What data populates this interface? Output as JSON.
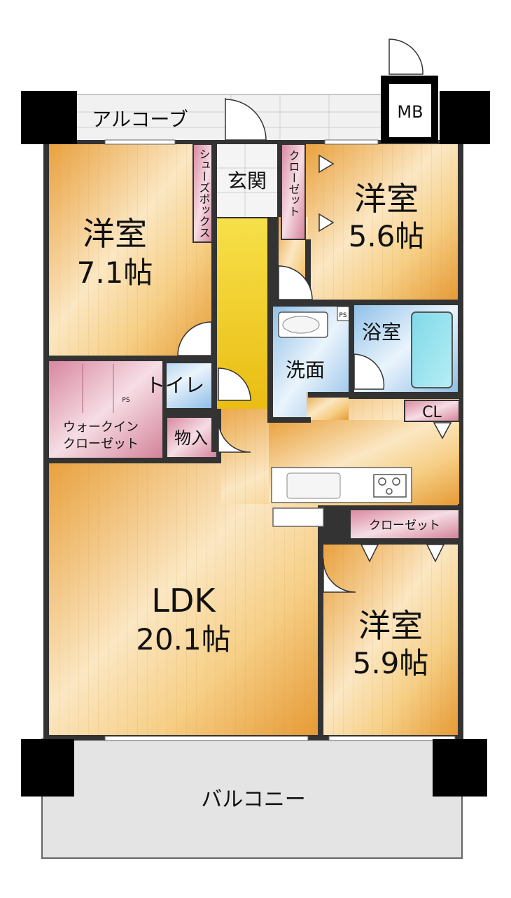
{
  "rooms": {
    "alcove": "アルコーブ",
    "mb": "MB",
    "shoe_box": "シューズボックス",
    "entrance": "玄関",
    "closet_top": "クローゼット",
    "western_a": {
      "name": "洋室",
      "size": "7.1帖"
    },
    "western_b": {
      "name": "洋室",
      "size": "5.6帖"
    },
    "western_c": {
      "name": "洋室",
      "size": "5.9帖"
    },
    "ldk": {
      "name": "LDK",
      "size": "20.1帖"
    },
    "bath": "浴室",
    "washroom": "洗面",
    "toilet": "トイレ",
    "walk_in_closet": [
      "ウォークイン",
      "クローゼット"
    ],
    "storage": "物入",
    "cl": "CL",
    "closet_bottom": "クローゼット",
    "balcony": "バルコニー",
    "ps": "PS"
  },
  "colors": {
    "room_wood": "#f2b95a",
    "closet_pink": "#e7b5c3",
    "wet_blue": "#bcd9f0",
    "hall_yellow": "#f3d027",
    "wall": "#111111",
    "balcony_gray": "#e4e4e4"
  }
}
